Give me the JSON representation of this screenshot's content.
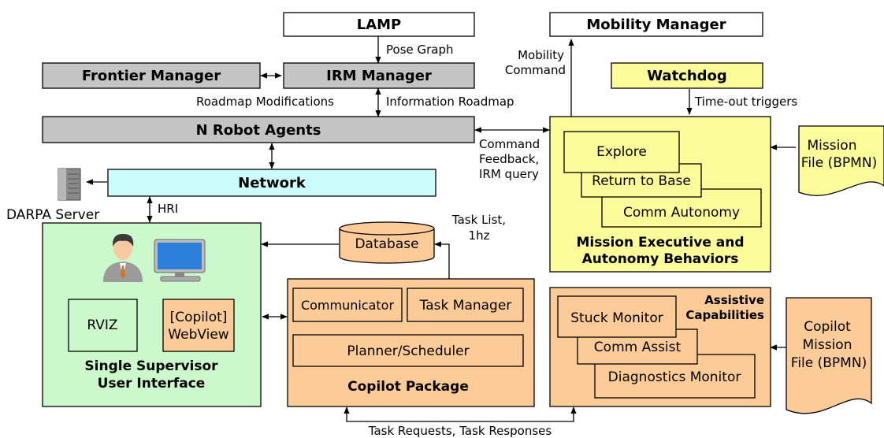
{
  "colors": {
    "gray": "#c4c4c4",
    "yellow": "#fcfc9a",
    "cyan": "#ccfcfc",
    "green": "#ccf9cc",
    "orange": "#fccb98",
    "white": "#ffffff"
  },
  "boxes": {
    "lamp": "LAMP",
    "mobility_manager": "Mobility Manager",
    "frontier_manager": "Frontier Manager",
    "irm_manager": "IRM Manager",
    "watchdog": "Watchdog",
    "robot_agents": "N Robot Agents",
    "network": "Network",
    "darpa_server": "DARPA Server",
    "database": "Database"
  },
  "mission_exec": {
    "title_line1": "Mission Executive and",
    "title_line2": "Autonomy Behaviors",
    "behaviors": [
      "Explore",
      "Return to Base",
      "Comm Autonomy"
    ]
  },
  "mission_file": {
    "line1": "Mission",
    "line2": "File (BPMN)"
  },
  "supervisor_ui": {
    "title_line1": "Single Supervisor",
    "title_line2": "User Interface",
    "rviz": "RVIZ",
    "webview_line1": "[Copilot]",
    "webview_line2": "WebView"
  },
  "copilot_package": {
    "title": "Copilot Package",
    "communicator": "Communicator",
    "task_manager": "Task Manager",
    "planner": "Planner/Scheduler"
  },
  "assistive": {
    "title_line1": "Assistive",
    "title_line2": "Capabilities",
    "monitors": [
      "Stuck Monitor",
      "Comm Assist",
      "Diagnostics Monitor"
    ]
  },
  "copilot_mission_file": {
    "line1": "Copilot",
    "line2": "Mission",
    "line3": "File (BPMN)"
  },
  "edge_labels": {
    "pose_graph": "Pose Graph",
    "mobility_cmd_1": "Mobility",
    "mobility_cmd_2": "Command",
    "time_out": "Time-out triggers",
    "roadmap_mods": "Roadmap Modifications",
    "info_roadmap": "Information Roadmap",
    "cmd_1": "Command",
    "cmd_2": "Feedback,",
    "cmd_3": "IRM query",
    "hri": "HRI",
    "task_list_1": "Task List,",
    "task_list_2": "1hz",
    "task_requests": "Task Requests, Task Responses"
  }
}
